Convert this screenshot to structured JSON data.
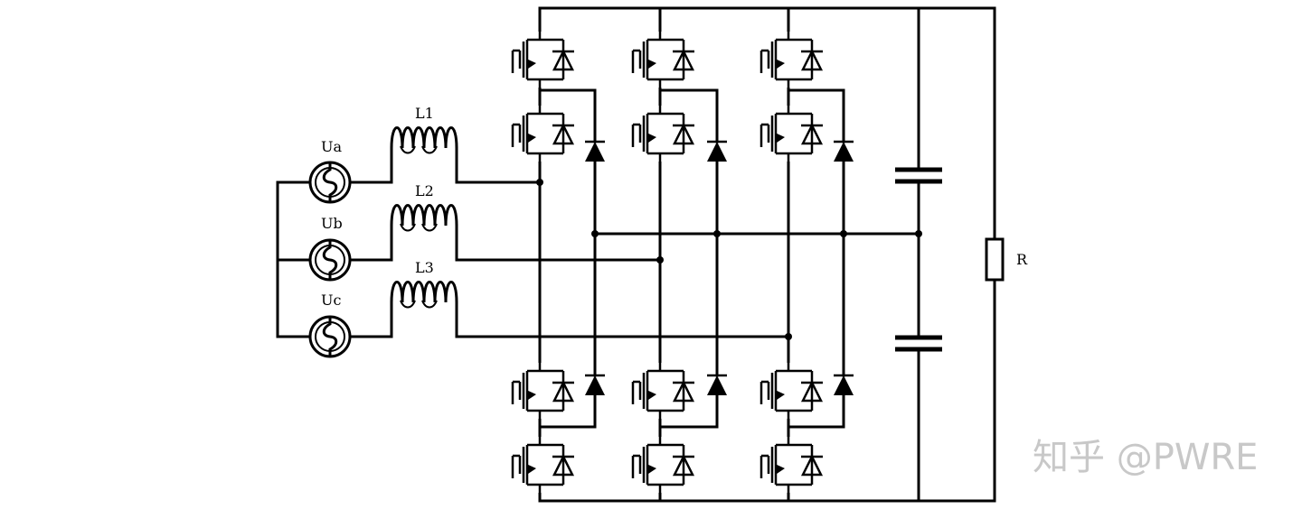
{
  "diagram": {
    "sources": [
      {
        "id": "ua",
        "label": "Ua"
      },
      {
        "id": "ub",
        "label": "Ub"
      },
      {
        "id": "uc",
        "label": "Uc"
      }
    ],
    "inductors": [
      {
        "id": "l1",
        "label": "L1"
      },
      {
        "id": "l2",
        "label": "L2"
      },
      {
        "id": "l3",
        "label": "L3"
      }
    ],
    "resistor": {
      "label": "R"
    },
    "watermark": "知乎 @PWRE"
  }
}
